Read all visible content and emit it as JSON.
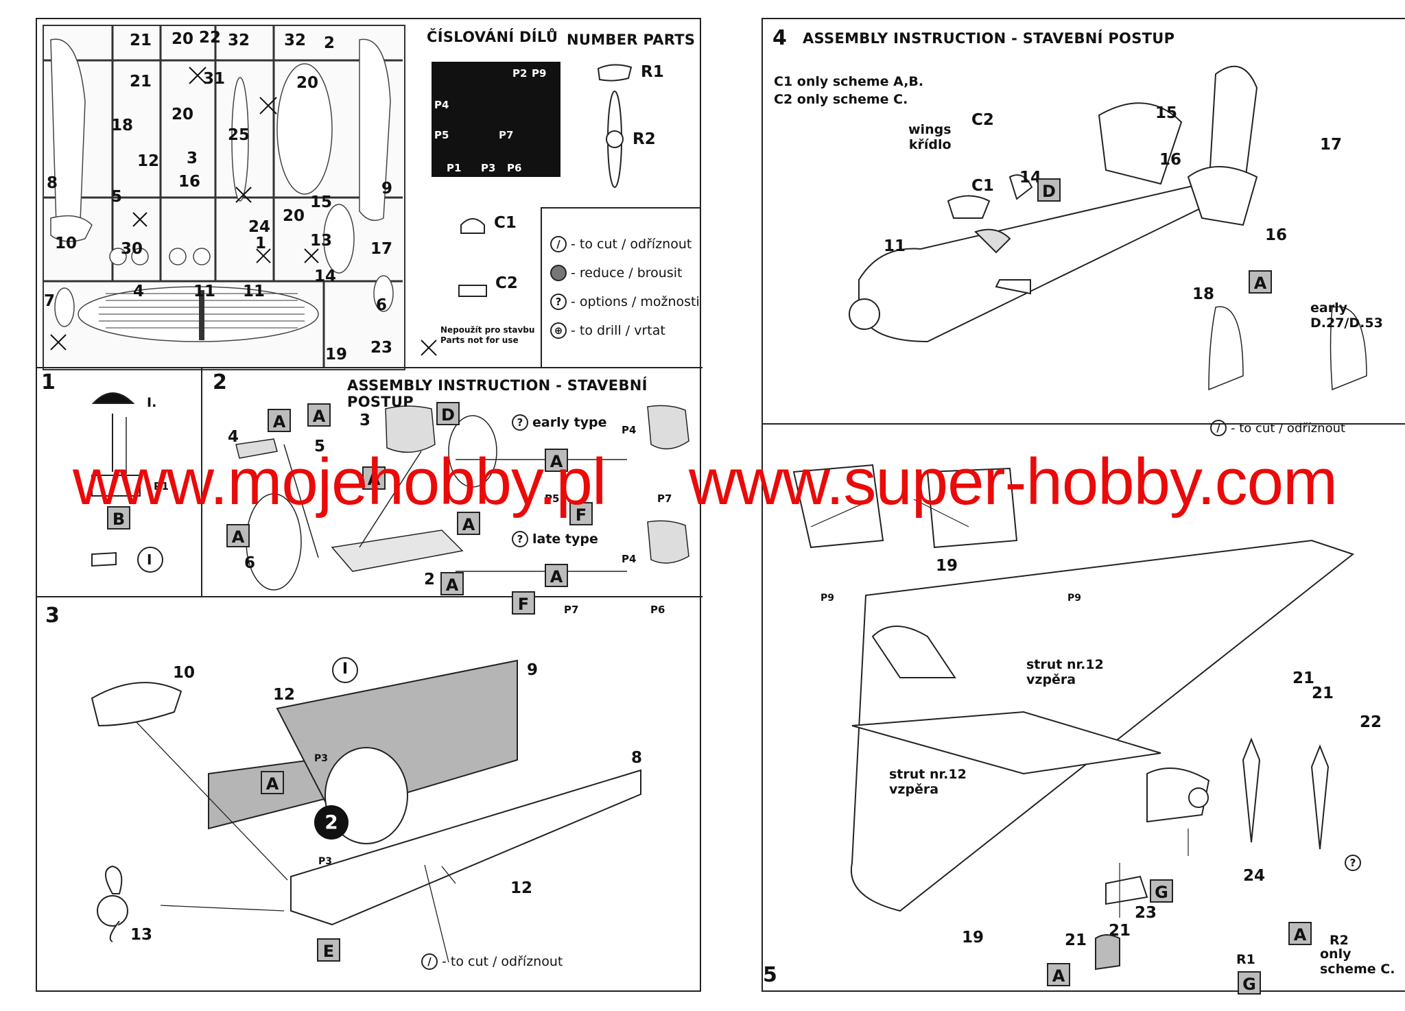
{
  "watermark": {
    "left": "www.mojehobby.pl",
    "right": "www.super-hobby.com"
  },
  "left_page": {
    "numbering": {
      "title_cz": "ČÍSLOVÁNÍ DÍLŮ",
      "title_en": "NUMBER PARTS"
    },
    "sprue_numbers": [
      "21",
      "20",
      "22",
      "32",
      "32",
      "2",
      "21",
      "31",
      "20",
      "20",
      "18",
      "12",
      "3",
      "25",
      "8",
      "16",
      "9",
      "5",
      "15",
      "20",
      "10",
      "24",
      "1",
      "13",
      "30",
      "17",
      "7",
      "4",
      "11",
      "11",
      "14",
      "6",
      "19",
      "23"
    ],
    "photo_etch": {
      "labels": [
        "P2",
        "P9",
        "P4",
        "P5",
        "P7",
        "P1",
        "P3",
        "P6"
      ]
    },
    "resin_parts": {
      "r1": "R1",
      "r2": "R2"
    },
    "canopies": {
      "c1": "C1",
      "c2": "C2"
    },
    "not_for_use": {
      "line1": "Nepoužít pro stavbu",
      "line2": "Parts not for use"
    },
    "legend": [
      {
        "icon": "cut-icon",
        "text": "- to cut / odříznout"
      },
      {
        "icon": "reduce-icon",
        "text": "- reduce / brousit"
      },
      {
        "icon": "options-icon",
        "text": "- options / možnosti"
      },
      {
        "icon": "drill-icon",
        "text": "- to drill / vrtat"
      }
    ],
    "step1": {
      "num": "1",
      "instrument_label": "I.",
      "parts": [
        "R1"
      ],
      "color_boxes": [
        "B"
      ],
      "decal": "I"
    },
    "step2": {
      "num": "2",
      "title": "ASSEMBLY INSTRUCTION - STAVEBNÍ POSTUP",
      "parts": [
        "4",
        "5",
        "3",
        "6",
        "2"
      ],
      "color_boxes": [
        "A",
        "A",
        "D",
        "A",
        "A",
        "A",
        "A"
      ],
      "early_type": "early type",
      "late_type": "late type",
      "pe_labels": [
        "P4",
        "P5",
        "P7",
        "P4",
        "P7",
        "P6"
      ],
      "boxes_right": [
        "A",
        "F",
        "F",
        "A",
        "F"
      ]
    },
    "step3": {
      "num": "3",
      "parts": [
        "10",
        "12",
        "9",
        "8",
        "13",
        "12"
      ],
      "decal": "I",
      "pe_labels": [
        "P3",
        "P3"
      ],
      "color_boxes": [
        "A",
        "E"
      ],
      "subassembly": "2",
      "cut_note": "- to cut / odříznout"
    }
  },
  "right_page": {
    "step4": {
      "num": "4",
      "title": "ASSEMBLY INSTRUCTION - STAVEBNÍ POSTUP",
      "note1": "C1 only scheme A,B.",
      "note2": "C2 only scheme C.",
      "wings_label_en": "wings",
      "wings_label_cz": "křídlo",
      "parts": [
        "C2",
        "C1",
        "14",
        "11",
        "15",
        "16",
        "17",
        "16",
        "18"
      ],
      "color_boxes": [
        "D",
        "A"
      ],
      "early_label": "early D.27/D.53",
      "cut_note": "- to cut / odříznout"
    },
    "step5": {
      "num": "5",
      "parts": [
        "19",
        "19",
        "21",
        "21",
        "22",
        "24",
        "23",
        "21",
        "21",
        "19"
      ],
      "pe_labels": [
        "P9",
        "P9"
      ],
      "strut_en": "strut nr.12",
      "strut_cz": "vzpěra",
      "color_boxes": [
        "G",
        "A",
        "G",
        "A"
      ],
      "r1": "R1",
      "r2": "R2",
      "only_scheme": "only",
      "scheme_c": "scheme C."
    }
  }
}
